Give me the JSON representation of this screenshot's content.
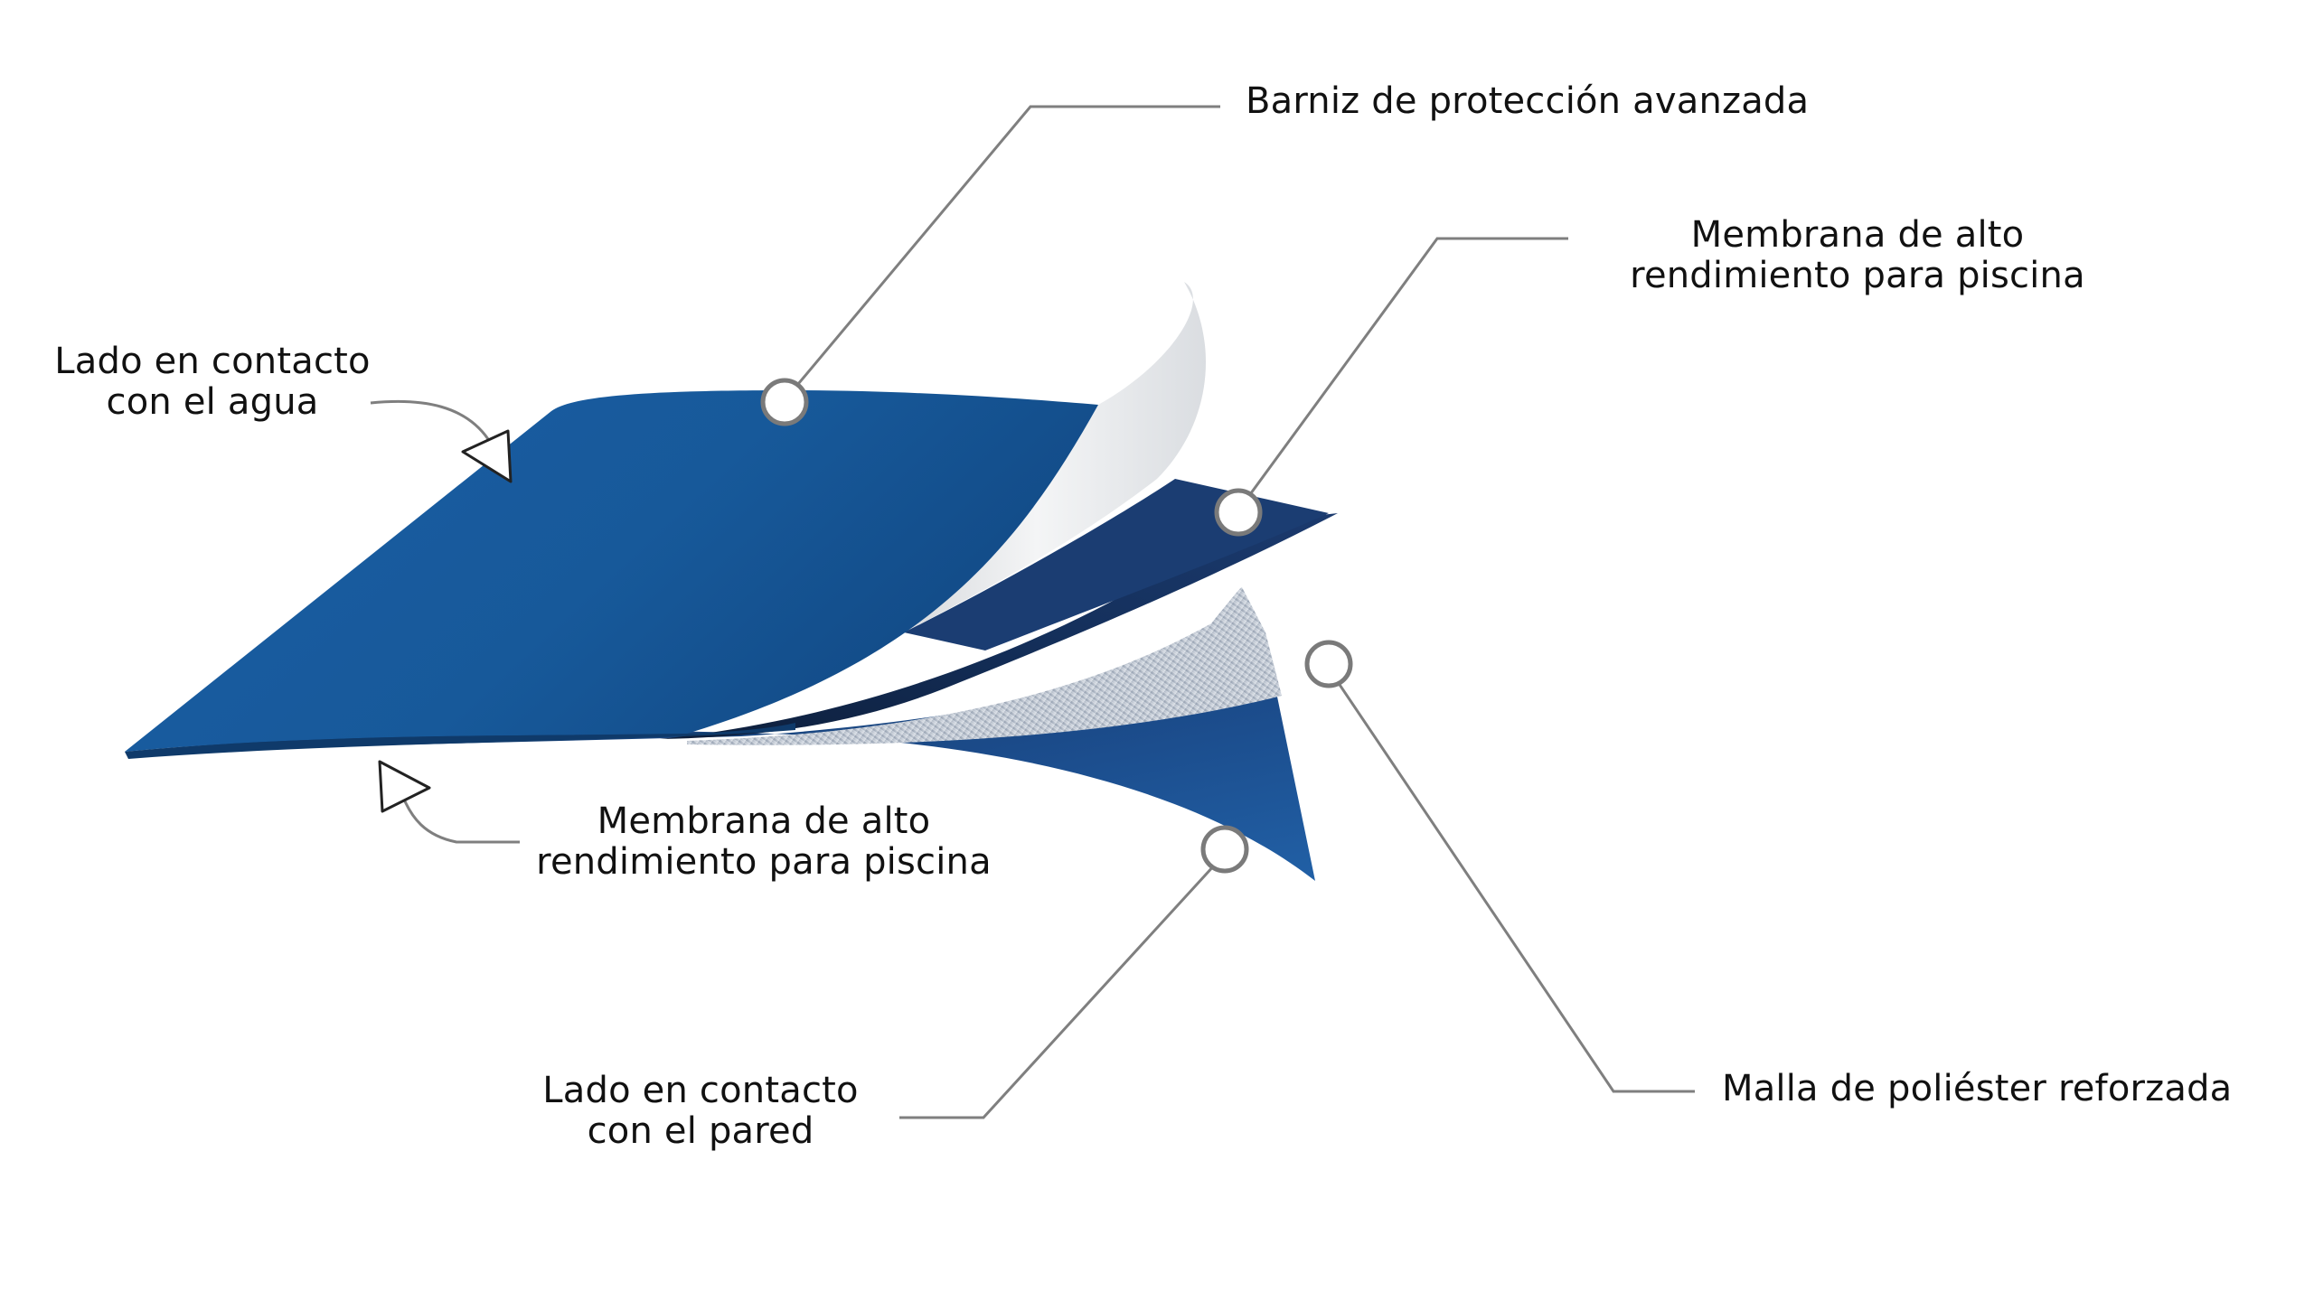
{
  "diagram": {
    "colors": {
      "membrane_top": "#17599a",
      "membrane_dark": "#13335f",
      "membrane_bottom": "#1d4f90",
      "varnish": "#e7e8ea",
      "mesh": "#b5bec9",
      "leader_line": "#7a7a7a",
      "background": "#ffffff"
    },
    "labels": {
      "barniz": "Barniz de protección avanzada",
      "membrana_top": [
        "Membrana de alto",
        "rendimiento para piscina"
      ],
      "lado_agua": [
        "Lado en contacto",
        "con el agua"
      ],
      "membrana_bottom": [
        "Membrana de alto",
        "rendimiento para piscina"
      ],
      "lado_pared": [
        "Lado en contacto",
        "con el pared"
      ],
      "malla": "Malla de poliéster reforzada"
    }
  }
}
